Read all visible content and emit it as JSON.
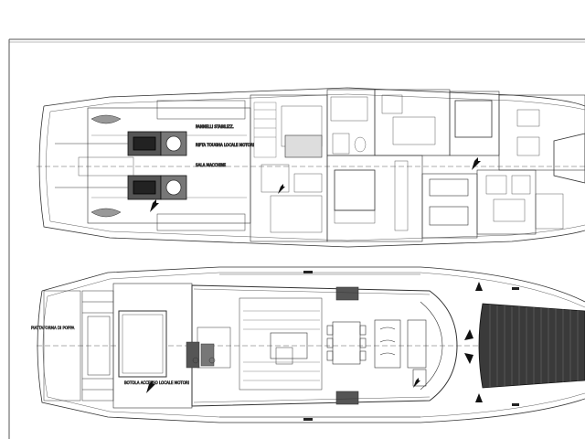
{
  "drawing": {
    "lower_deck": {
      "label_stabilizers": "PANNELLI STABILIZZ.",
      "label_fuel_tank": "RIFTA TOUGHA LOCALE MOTORI",
      "label_engine_room": "SALA MACCHINE"
    },
    "main_deck": {
      "label_aft_platform": "PIATTAFORMA DI POPPA",
      "label_engine_access": "BOTOLA ACCESSO LOCALE MOTORI"
    }
  }
}
